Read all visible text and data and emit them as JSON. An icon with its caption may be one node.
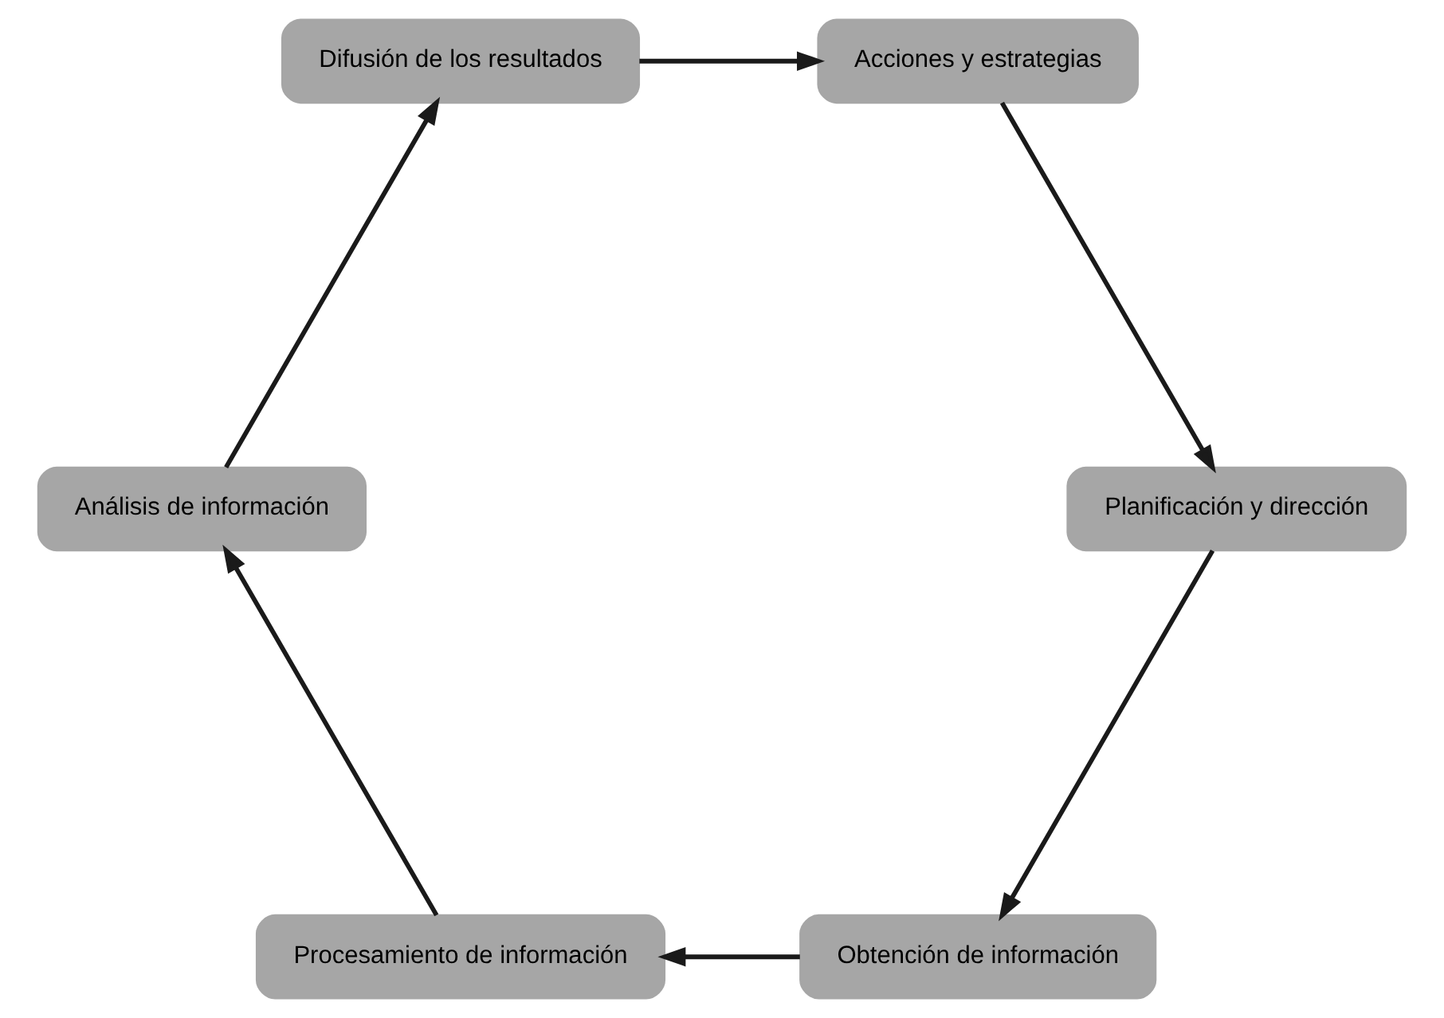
{
  "diagram": {
    "nodes": [
      {
        "text": [
          "Obtención de información"
        ]
      },
      {
        "text": [
          "Planificación y dirección"
        ]
      },
      {
        "text": [
          "Procesamiento de información"
        ]
      },
      {
        "text": [
          "Acciones y estrategias"
        ]
      },
      {
        "text": [
          "Análisis de información"
        ]
      },
      {
        "text": [
          "Difusión de los resultados"
        ]
      }
    ],
    "edges": [
      {
        "from": 1,
        "to": 0,
        "arrow": "to"
      },
      {
        "from": 0,
        "to": 2,
        "arrow": "to"
      },
      {
        "from": 2,
        "to": 4,
        "arrow": "to"
      },
      {
        "from": 4,
        "to": 5,
        "arrow": "to"
      },
      {
        "from": 5,
        "to": 3,
        "arrow": "to"
      },
      {
        "from": 3,
        "to": 1,
        "arrow": "to"
      }
    ]
  }
}
